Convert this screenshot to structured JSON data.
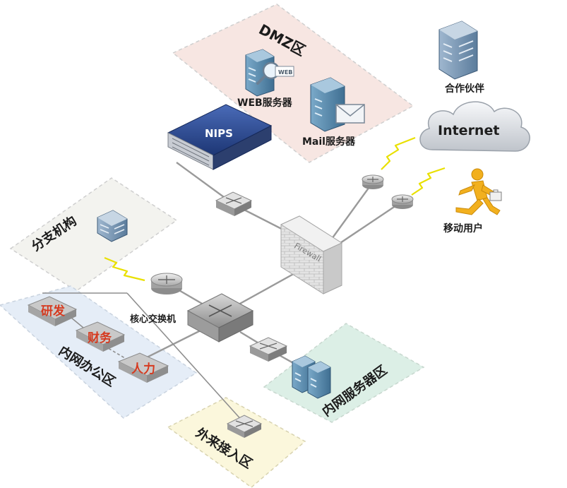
{
  "zones": {
    "dmz": "DMZ区",
    "branch": "分支机构",
    "office": "内网办公区",
    "servers": "内网服务器区",
    "guest": "外来接入区"
  },
  "nodes": {
    "web_server": "WEB服务器",
    "web_badge": "WEB",
    "mail_server": "Mail服务器",
    "nips": "NIPS",
    "internet": "Internet",
    "partner": "合作伙伴",
    "mobile_user": "移动用户",
    "firewall": "Firewall",
    "core_switch": "核心交换机"
  },
  "departments": [
    "研发",
    "财务",
    "人力"
  ],
  "colors": {
    "dmz_zone": "#f7e6e2",
    "branch_zone": "#f3f3ef",
    "office_zone": "#e5edf7",
    "server_zone": "#dcefe6",
    "guest_zone": "#fbf7dc",
    "nips_blue": "#2b4a90",
    "dept_red": "#d63a1f",
    "bolt_yellow": "#e9e000"
  },
  "icons": {
    "router": "router-icon",
    "switch": "switch-icon",
    "server": "server-icon",
    "building": "building-icon",
    "cloud": "cloud-icon",
    "person": "running-person-icon",
    "mail": "envelope-icon",
    "magnifier": "magnifier-icon"
  }
}
